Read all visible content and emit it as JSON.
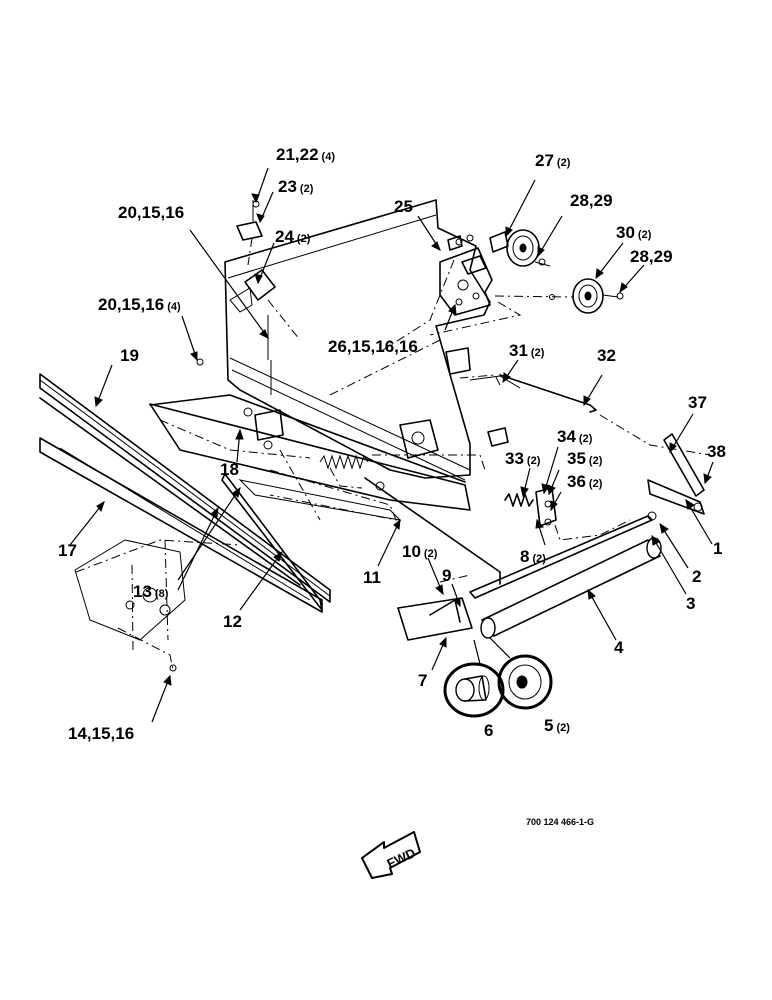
{
  "callouts": [
    {
      "id": "c-21-22",
      "text": "21,22",
      "qty": "(4)"
    },
    {
      "id": "c-23",
      "text": "23",
      "qty": "(2)"
    },
    {
      "id": "c-20-15-16-a",
      "text": "20,15,16",
      "qty": ""
    },
    {
      "id": "c-24",
      "text": "24",
      "qty": "(2)"
    },
    {
      "id": "c-20-15-16-b",
      "text": "20,15,16",
      "qty": "(4)"
    },
    {
      "id": "c-25",
      "text": "25",
      "qty": ""
    },
    {
      "id": "c-27",
      "text": "27",
      "qty": "(2)"
    },
    {
      "id": "c-28-29-a",
      "text": "28,29",
      "qty": ""
    },
    {
      "id": "c-30",
      "text": "30",
      "qty": "(2)"
    },
    {
      "id": "c-28-29-b",
      "text": "28,29",
      "qty": ""
    },
    {
      "id": "c-26",
      "text": "26,15,16,16",
      "qty": ""
    },
    {
      "id": "c-19",
      "text": "19",
      "qty": ""
    },
    {
      "id": "c-31",
      "text": "31",
      "qty": "(2)"
    },
    {
      "id": "c-32",
      "text": "32",
      "qty": ""
    },
    {
      "id": "c-37",
      "text": "37",
      "qty": ""
    },
    {
      "id": "c-34",
      "text": "34",
      "qty": "(2)"
    },
    {
      "id": "c-38",
      "text": "38",
      "qty": ""
    },
    {
      "id": "c-33",
      "text": "33",
      "qty": "(2)"
    },
    {
      "id": "c-35",
      "text": "35",
      "qty": "(2)"
    },
    {
      "id": "c-36",
      "text": "36",
      "qty": "(2)"
    },
    {
      "id": "c-18",
      "text": "18",
      "qty": ""
    },
    {
      "id": "c-1",
      "text": "1",
      "qty": ""
    },
    {
      "id": "c-8",
      "text": "8",
      "qty": "(2)"
    },
    {
      "id": "c-17",
      "text": "17",
      "qty": ""
    },
    {
      "id": "c-10",
      "text": "10",
      "qty": "(2)"
    },
    {
      "id": "c-11",
      "text": "11",
      "qty": ""
    },
    {
      "id": "c-2",
      "text": "2",
      "qty": ""
    },
    {
      "id": "c-9",
      "text": "9",
      "qty": ""
    },
    {
      "id": "c-13",
      "text": "13",
      "qty": "(8)"
    },
    {
      "id": "c-3",
      "text": "3",
      "qty": ""
    },
    {
      "id": "c-12",
      "text": "12",
      "qty": ""
    },
    {
      "id": "c-4",
      "text": "4",
      "qty": ""
    },
    {
      "id": "c-7",
      "text": "7",
      "qty": ""
    },
    {
      "id": "c-14",
      "text": "14,15,16",
      "qty": ""
    },
    {
      "id": "c-5",
      "text": "5",
      "qty": "(2)"
    },
    {
      "id": "c-6",
      "text": "6",
      "qty": ""
    }
  ],
  "drawing_code": "700 124 466-1-G",
  "fwd_label": "FWD"
}
